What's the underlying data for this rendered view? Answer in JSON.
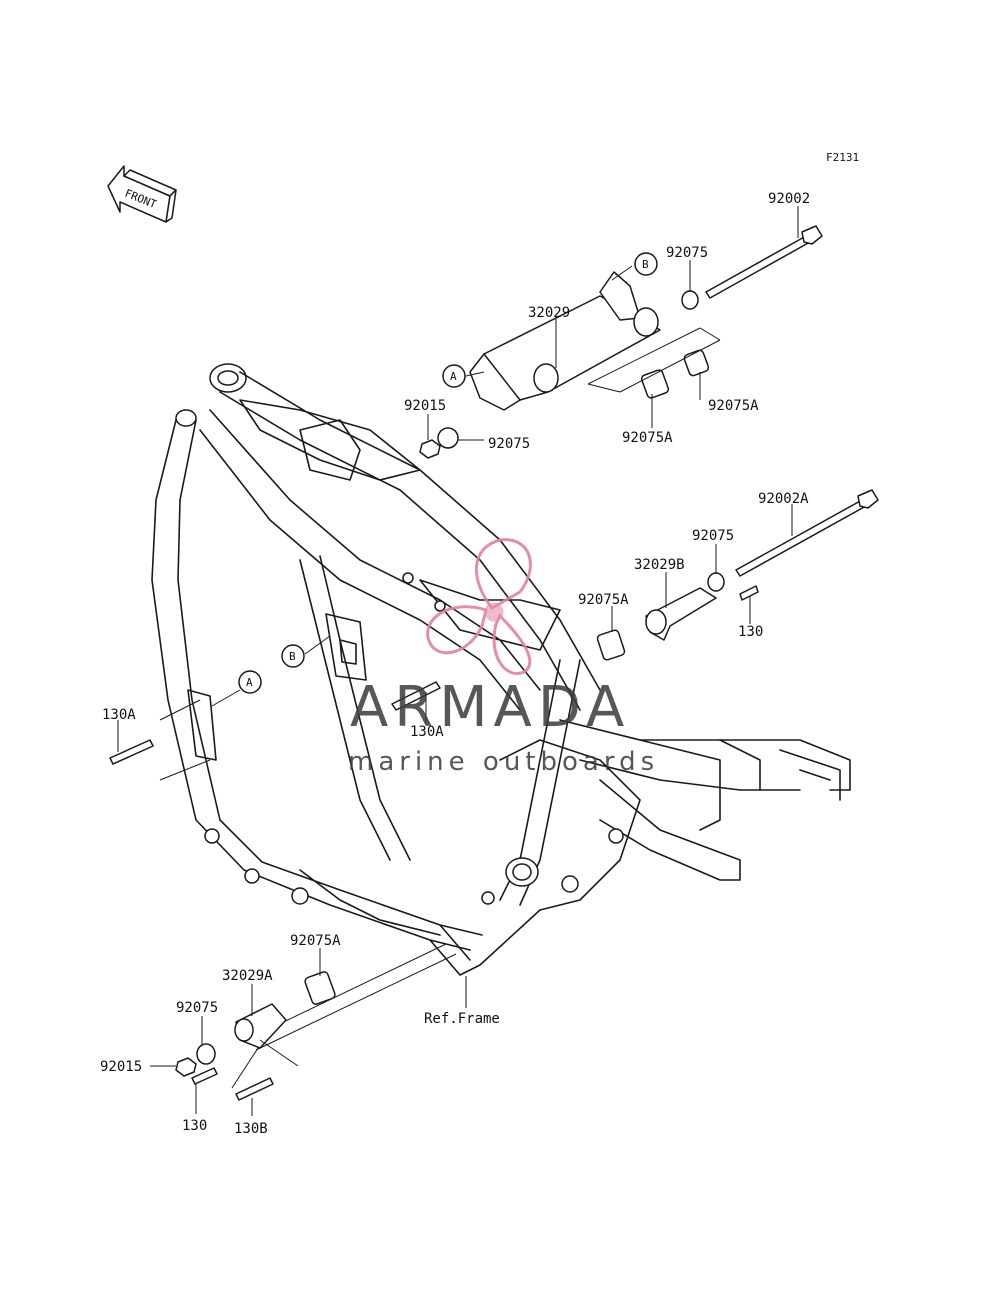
{
  "figure_id": "F2131",
  "front_label": "FRONT",
  "watermark": {
    "brand": "ARMADA",
    "tagline": "marine outboards",
    "accent": "#e0829c"
  },
  "callouts": {
    "a_upper": "A",
    "b_upper": "B",
    "a_frame": "A",
    "b_frame": "B"
  },
  "labels": {
    "p92002": "92002",
    "p92075_top": "92075",
    "p32029": "32029",
    "p92015_top": "92015",
    "p92075_mid": "92075",
    "p92075A_r": "92075A",
    "p92075A_l": "92075A",
    "p92002A": "92002A",
    "p92075_r2": "92075",
    "p32029B": "32029B",
    "p92075A_r2": "92075A",
    "p130_r": "130",
    "p130A_l": "130A",
    "p130A_c": "130A",
    "p92075A_b": "92075A",
    "p32029A": "32029A",
    "p92075_b": "92075",
    "p92015_b": "92015",
    "p130_b": "130",
    "p130B": "130B",
    "ref_frame": "Ref.Frame"
  }
}
